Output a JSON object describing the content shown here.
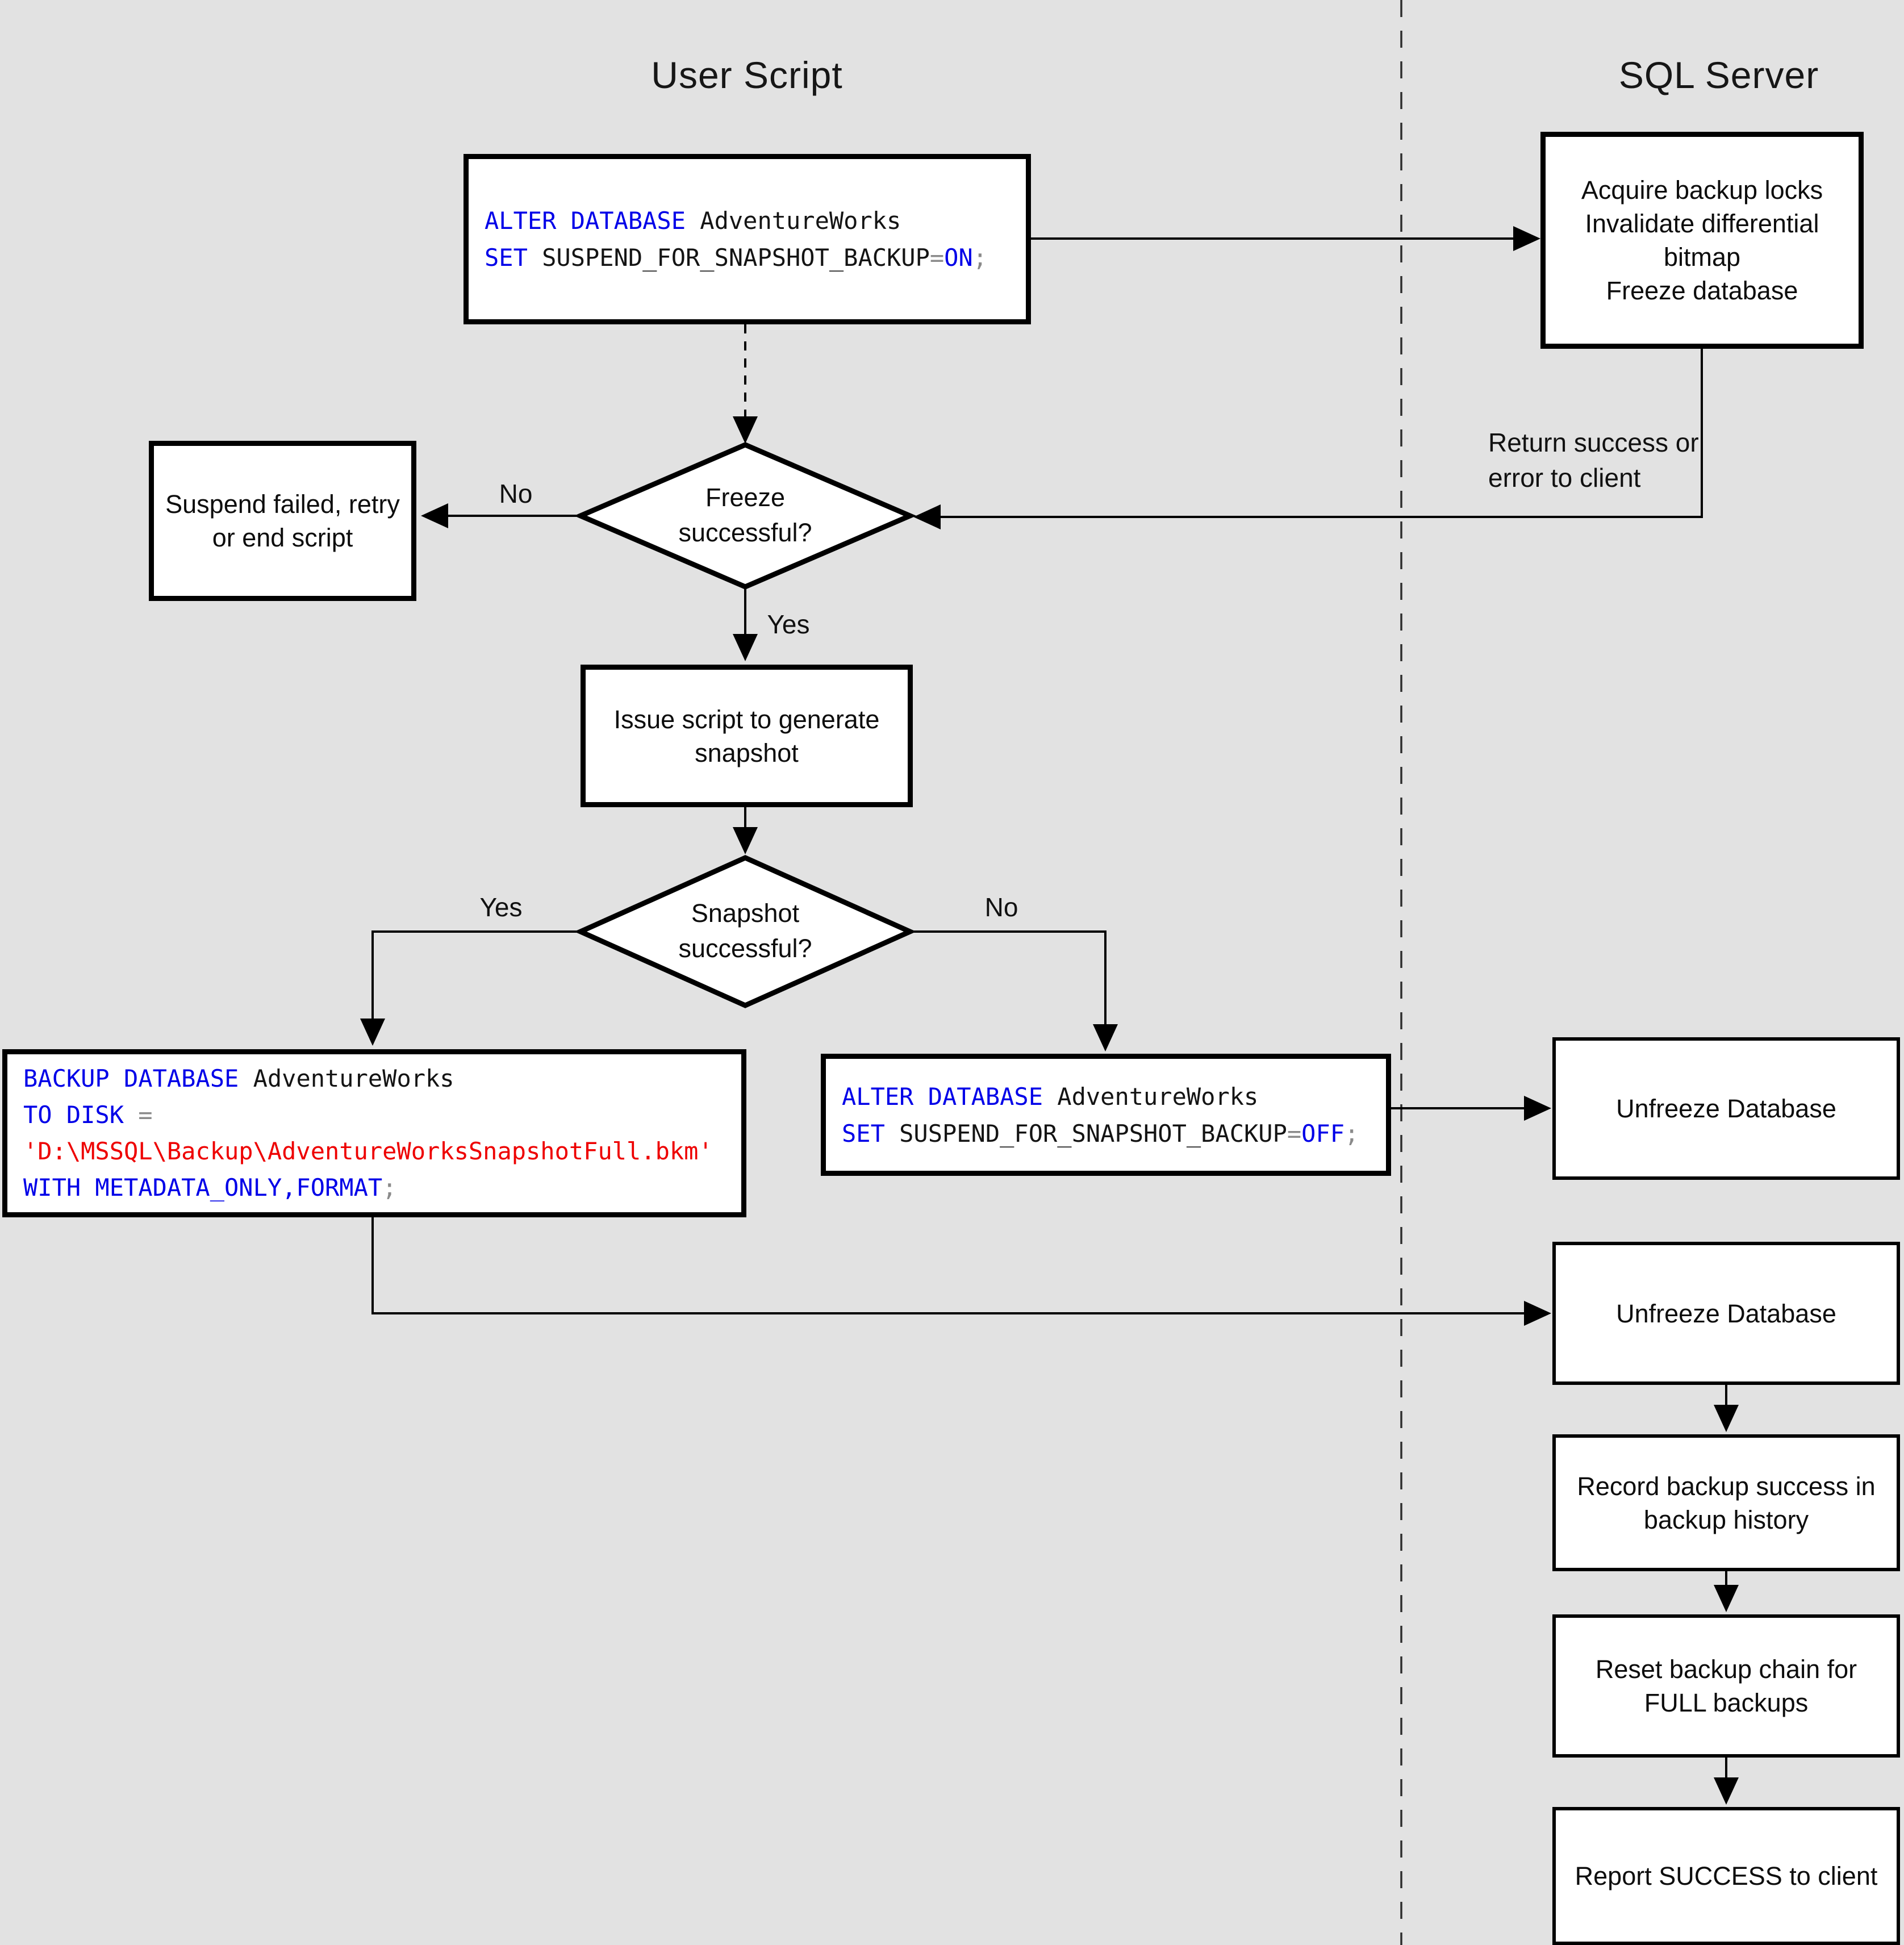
{
  "titles": {
    "left": "User Script",
    "right": "SQL Server"
  },
  "decisions": {
    "freeze": "Freeze successful?",
    "snapshot": "Snapshot successful?"
  },
  "process": {
    "acquire": [
      "Acquire backup locks",
      "Invalidate differential bitmap",
      "Freeze database"
    ],
    "suspend": "Suspend failed, retry or end script",
    "issue": "Issue script to generate snapshot",
    "unfreeze1": "Unfreeze Database",
    "unfreeze2": "Unfreeze Database",
    "record": "Record backup success in backup history",
    "reset": "Reset backup chain for FULL backups",
    "report": "Report SUCCESS to client"
  },
  "labels": {
    "freeze_no": "No",
    "freeze_yes": "Yes",
    "snapshot_yes": "Yes",
    "snapshot_no": "No",
    "return_line1": "Return success or",
    "return_line2": "error to client"
  },
  "code": {
    "alter_on": {
      "l1": [
        "ALTER DATABASE",
        " AdventureWorks"
      ],
      "l2": [
        "SET",
        " SUSPEND_FOR_SNAPSHOT_BACKUP",
        "=",
        "ON",
        ";"
      ]
    },
    "backup": {
      "l1": [
        "BACKUP DATABASE",
        " AdventureWorks"
      ],
      "l2": [
        "TO DISK",
        " ="
      ],
      "l3": [
        "'D:\\MSSQL\\Backup\\AdventureWorksSnapshotFull.bkm'"
      ],
      "l4": [
        "WITH METADATA_ONLY,FORMAT",
        ";"
      ]
    },
    "alter_off": {
      "l1": [
        "ALTER DATABASE",
        " AdventureWorks"
      ],
      "l2": [
        "SET",
        " SUSPEND_FOR_SNAPSHOT_BACKUP",
        "=",
        "OFF",
        ";"
      ]
    }
  },
  "colors": {
    "background": "#e2e2e2",
    "box_fill": "#ffffff",
    "line": "#000000",
    "keyword": "#0000e8",
    "string": "#ee0000",
    "punctuation": "#8a8a8a"
  }
}
